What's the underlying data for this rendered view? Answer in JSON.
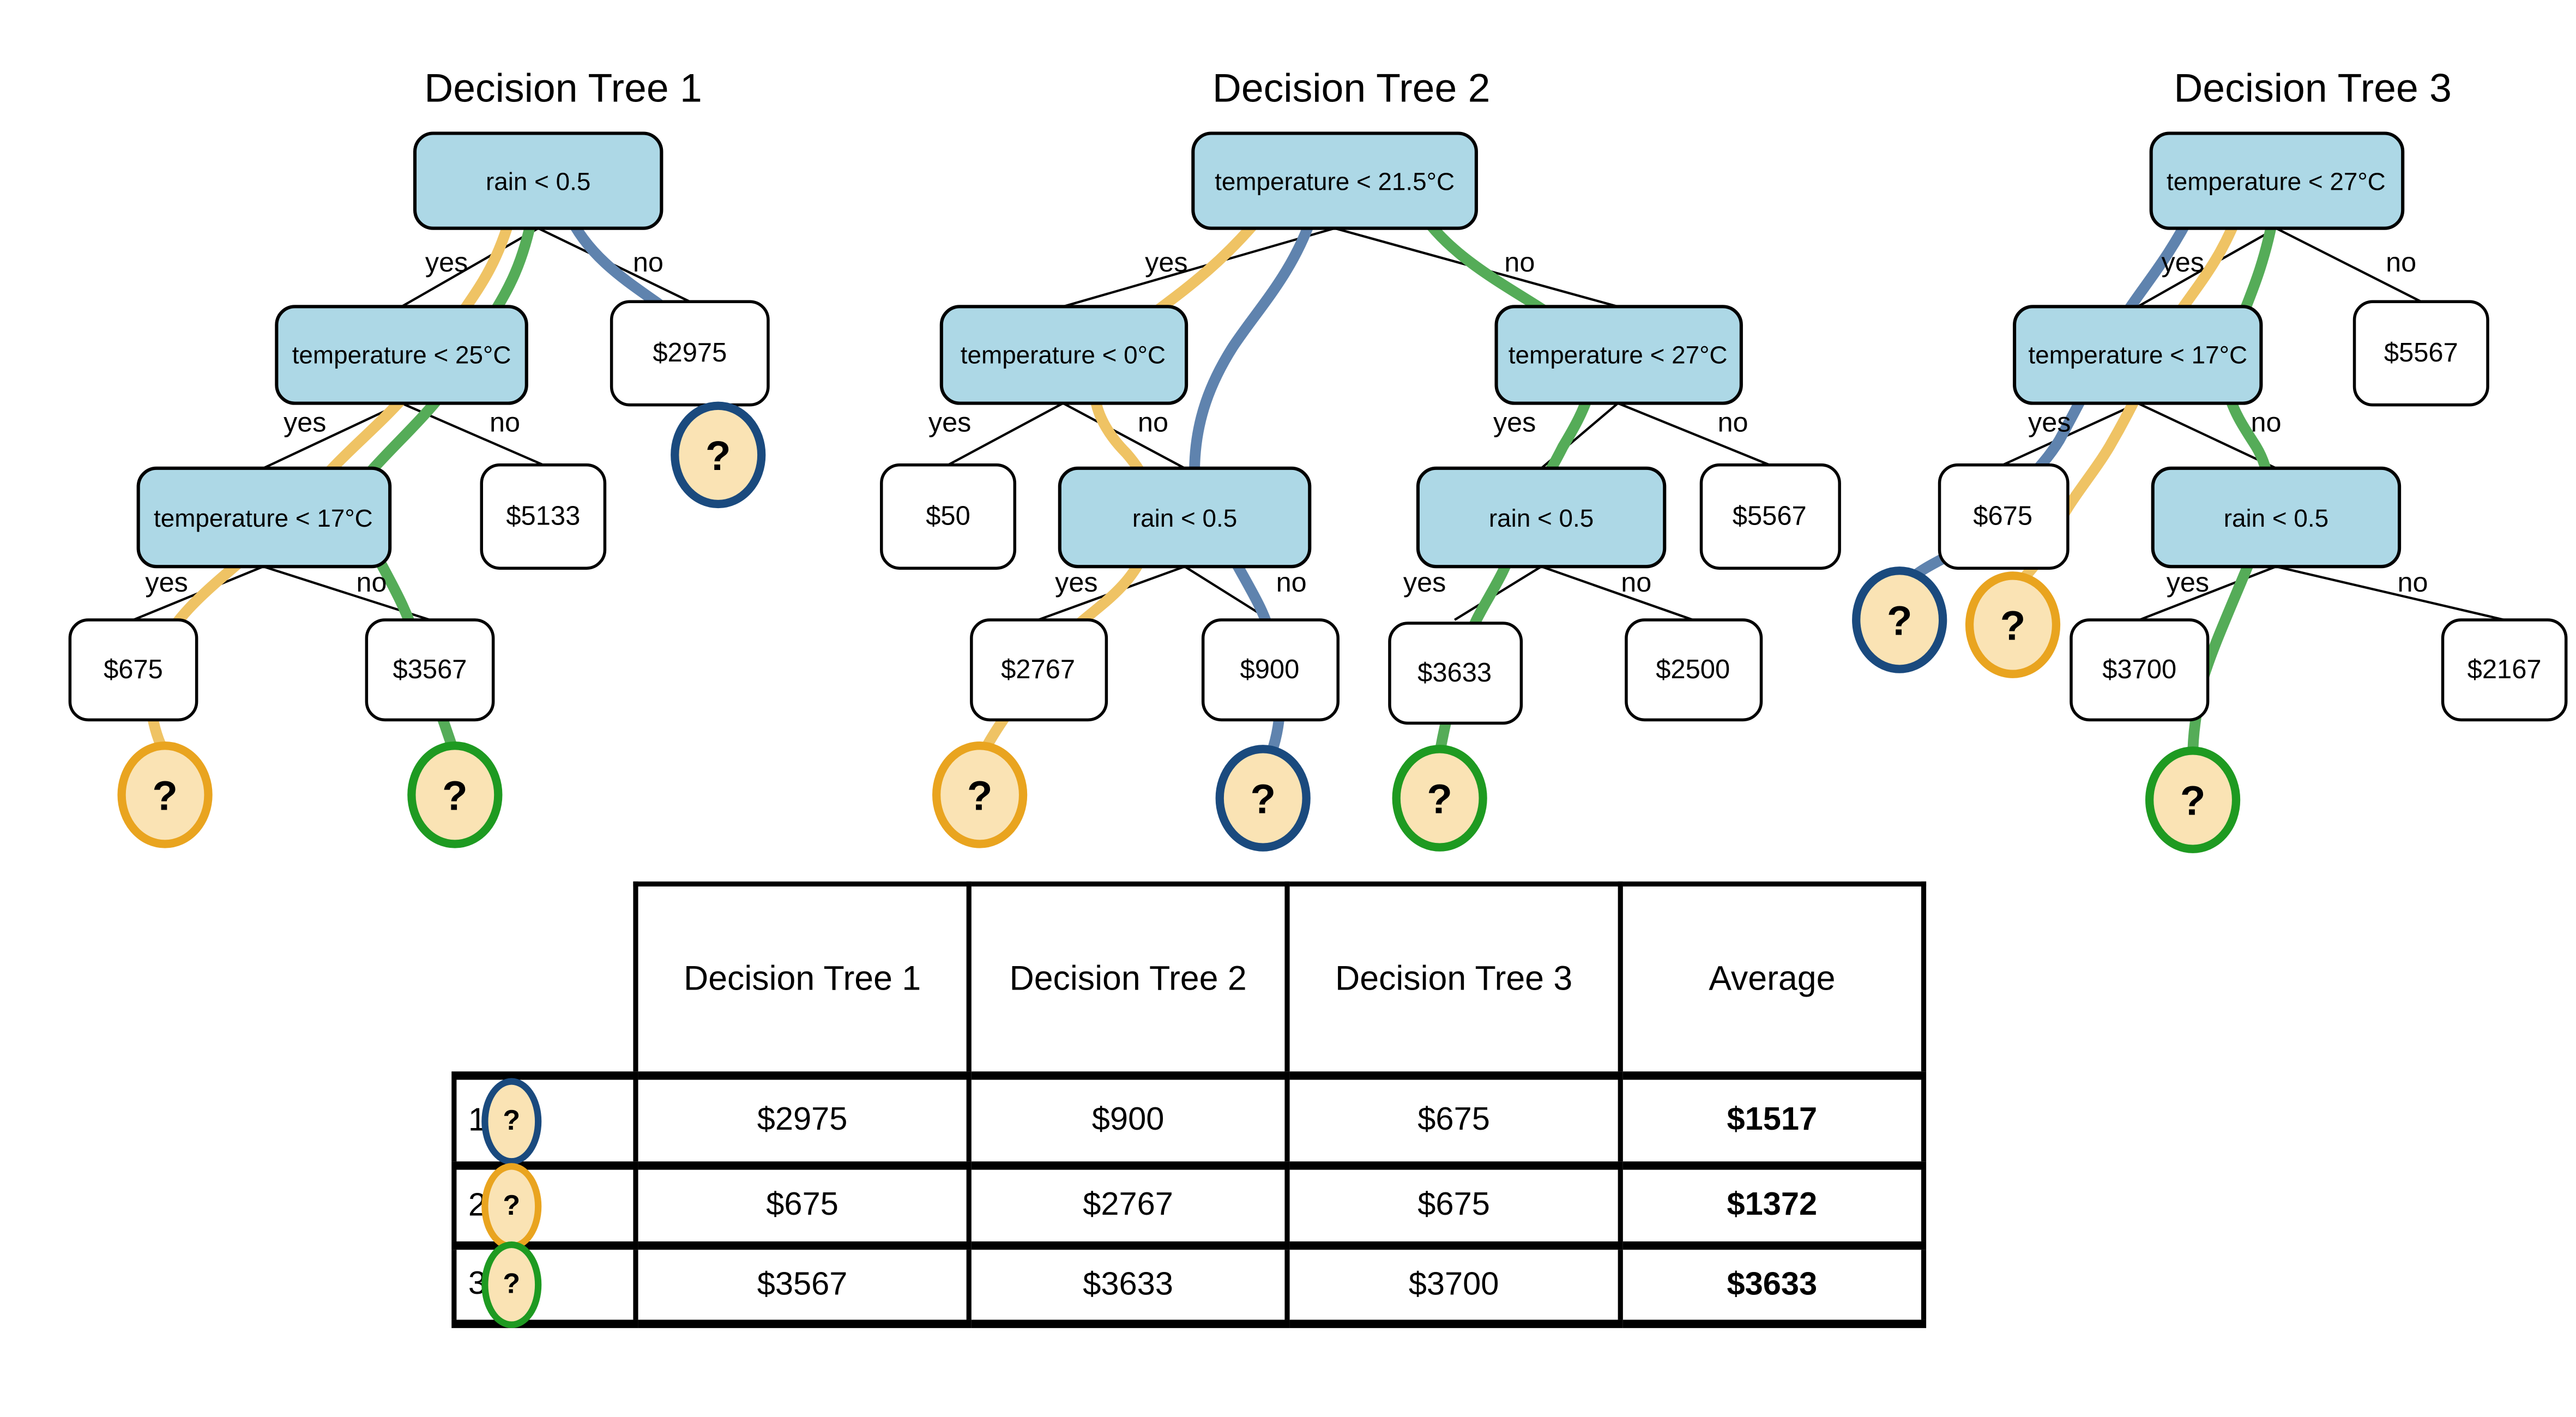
{
  "labels": {
    "yes": "yes",
    "no": "no",
    "question": "?"
  },
  "colors": {
    "decision_node_fill": "#ADD8E6",
    "leaf_node_fill": "#FFFFFF",
    "query_circle_fill": "#FAE3B4",
    "query1_ring_blue": "#1A4A7E",
    "query2_ring_orange": "#E9A41F",
    "query3_ring_green": "#1E9A21",
    "path_blue": "#5F83AE",
    "path_orange": "#EFC364",
    "path_green": "#55AC58"
  },
  "trees": [
    {
      "title": "Decision Tree 1",
      "nodes": {
        "root": "rain < 0.5",
        "l": "temperature < 25°C",
        "r": "$2975",
        "ll": "temperature < 17°C",
        "lr": "$5133",
        "lll": "$675",
        "llr": "$3567"
      }
    },
    {
      "title": "Decision Tree 2",
      "nodes": {
        "root": "temperature < 21.5°C",
        "l": "temperature < 0°C",
        "r": "temperature < 27°C",
        "ll": "$50",
        "lr": "rain < 0.5",
        "rl": "rain < 0.5",
        "rr": "$5567",
        "lrl": "$2767",
        "lrr": "$900",
        "rll": "$3633",
        "rlr": "$2500"
      }
    },
    {
      "title": "Decision Tree 3",
      "nodes": {
        "root": "temperature < 27°C",
        "l": "temperature < 17°C",
        "r": "$5567",
        "ll": "$675",
        "lr": "rain < 0.5",
        "lrl": "$3700",
        "lrr": "$2167"
      }
    }
  ],
  "table": {
    "columns": [
      "Decision Tree 1",
      "Decision Tree 2",
      "Decision Tree 3",
      "Average"
    ],
    "rows": [
      {
        "num": "1",
        "color": "blue",
        "values": [
          "$2975",
          "$900",
          "$675"
        ],
        "average": "$1517"
      },
      {
        "num": "2",
        "color": "orange",
        "values": [
          "$675",
          "$2767",
          "$675"
        ],
        "average": "$1372"
      },
      {
        "num": "3",
        "color": "green",
        "values": [
          "$3567",
          "$3633",
          "$3700"
        ],
        "average": "$3633"
      }
    ]
  }
}
